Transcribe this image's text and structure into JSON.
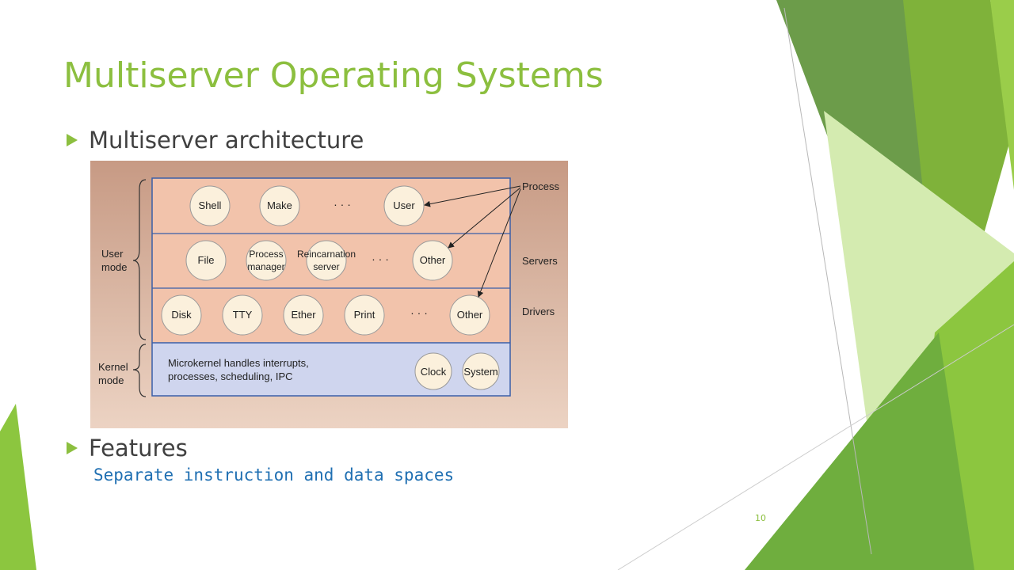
{
  "slide": {
    "title": "Multiserver Operating Systems",
    "bullet1": "Multiserver architecture",
    "bullet2": "Features",
    "sub_point": "Separate instruction and data spaces",
    "page_number": "10"
  },
  "diagram": {
    "side_labels": {
      "user_mode_line1": "User",
      "user_mode_line2": "mode",
      "kernel_mode_line1": "Kernel",
      "kernel_mode_line2": "mode"
    },
    "right_labels": {
      "process": "Process",
      "servers": "Servers",
      "drivers": "Drivers"
    },
    "process_row": {
      "shell": "Shell",
      "make": "Make",
      "dots": "· · ·",
      "user": "User"
    },
    "server_row": {
      "file": "File",
      "process_manager_line1": "Process",
      "process_manager_line2": "manager",
      "reincarnation_line1": "Reincarnation",
      "reincarnation_line2": "server",
      "dots": "· · ·",
      "other": "Other"
    },
    "driver_row": {
      "disk": "Disk",
      "tty": "TTY",
      "ether": "Ether",
      "print": "Print",
      "dots": "· · ·",
      "other": "Other"
    },
    "kernel_row": {
      "text_line1": "Microkernel handles interrupts,",
      "text_line2": "processes, scheduling, IPC",
      "clock": "Clock",
      "system": "System"
    },
    "colors": {
      "user_band": "#f2c3ab",
      "kernel_band": "#cfd5ee",
      "circle_fill": "#fbf0dc",
      "frame": "#3a5fa8"
    }
  }
}
